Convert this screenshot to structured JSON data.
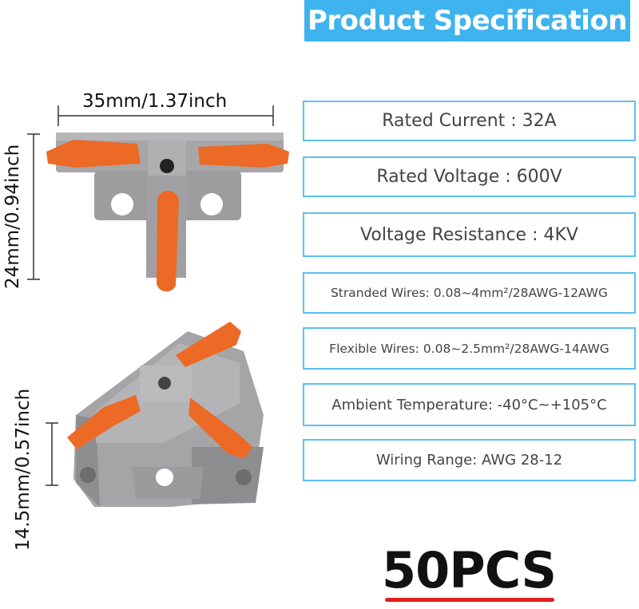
{
  "title": "Product Specification",
  "specs": [
    "Rated Current :   32A",
    "Rated Voltage :  600V",
    "Voltage Resistance :  4KV",
    "Stranded Wires: 0.08~4mm²/28AWG-12AWG",
    "Flexible Wires: 0.08~2.5mm²/28AWG-14AWG",
    "Ambient Temperature: -40°C~+105°C",
    "Wiring Range: AWG 28-12"
  ],
  "dimensions": {
    "width": "35mm/1.37inch",
    "height": "24mm/0.94inch",
    "depth": "14.5mm/0.57inch"
  },
  "quantity": "50PCS",
  "colors": {
    "banner": "#3fb3ee",
    "box_border": "#5cc0ee",
    "body_gray": "#a3a3a5",
    "lever_orange": "#ec6a25",
    "underline": "#e02020"
  }
}
